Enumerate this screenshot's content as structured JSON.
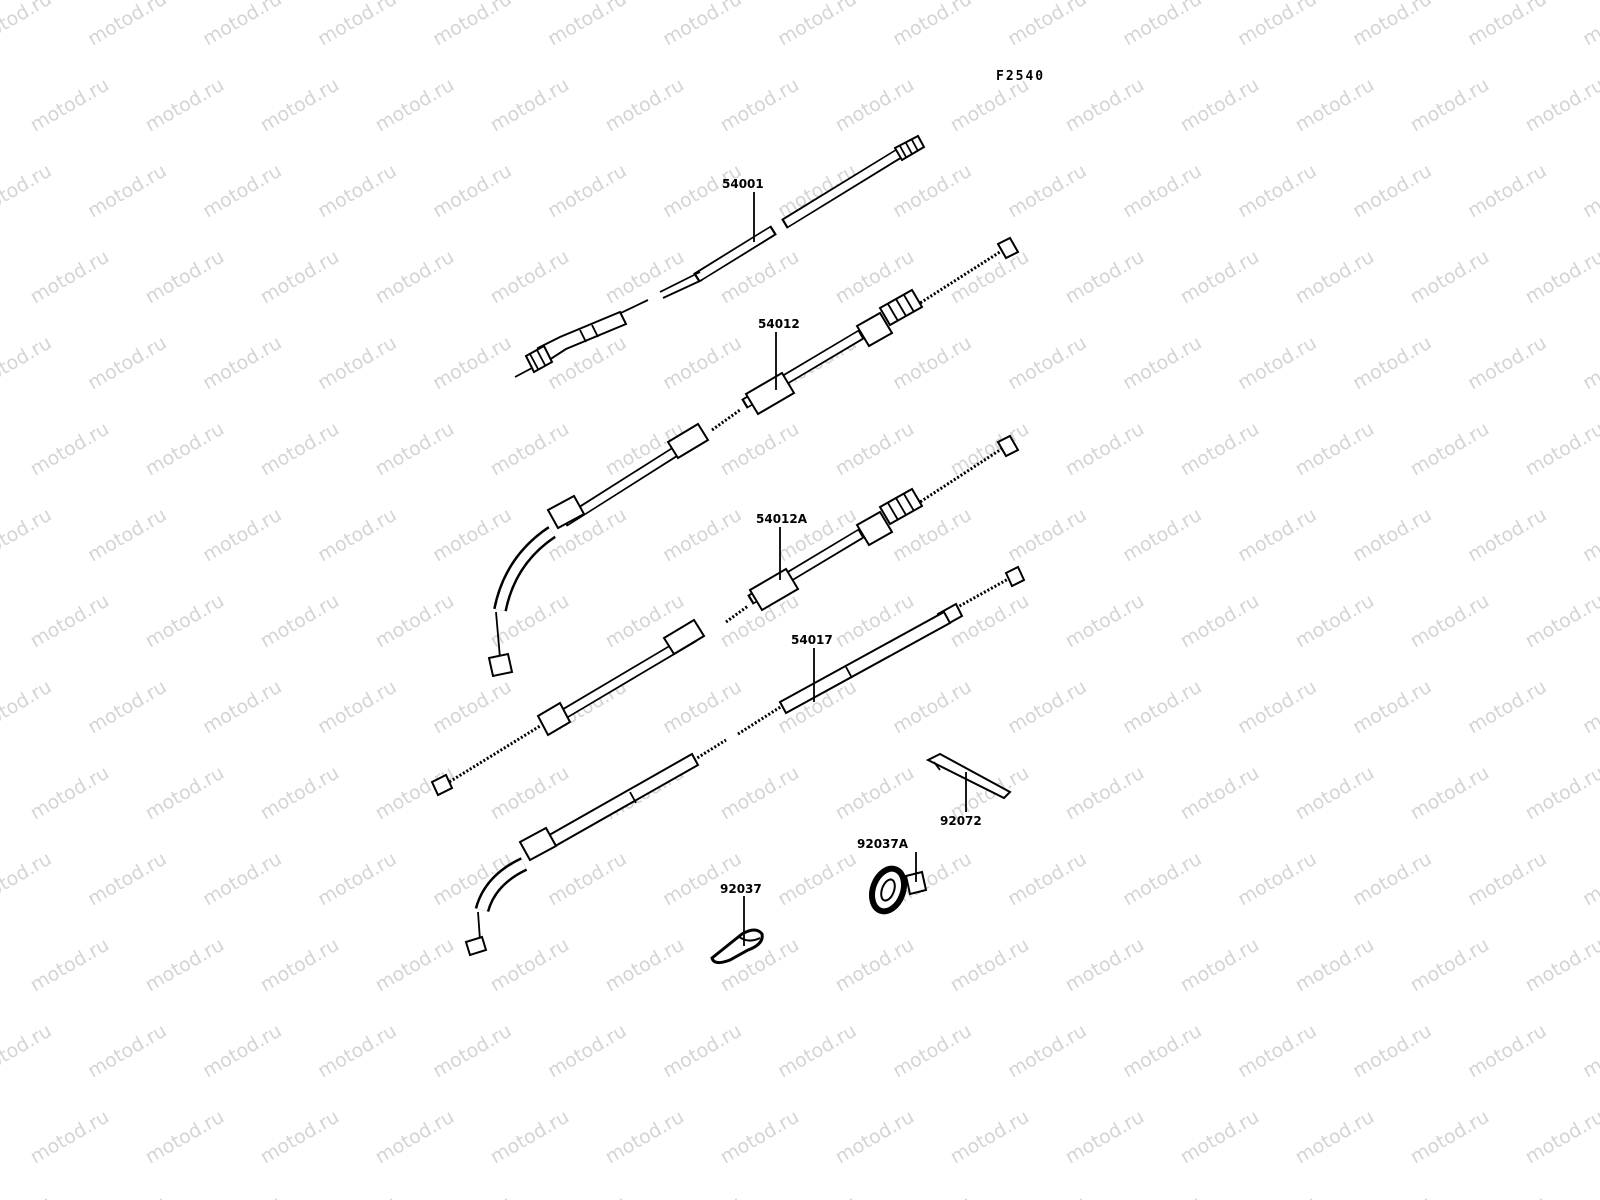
{
  "figure_id": "F2540",
  "watermark_text": "motod.ru",
  "parts": [
    {
      "number": "54001"
    },
    {
      "number": "54012"
    },
    {
      "number": "54012A"
    },
    {
      "number": "54017"
    },
    {
      "number": "92072"
    },
    {
      "number": "92037A"
    },
    {
      "number": "92037"
    }
  ],
  "colors": {
    "ink": "#000000",
    "watermark": "#d4d4d4",
    "background": "#ffffff"
  }
}
